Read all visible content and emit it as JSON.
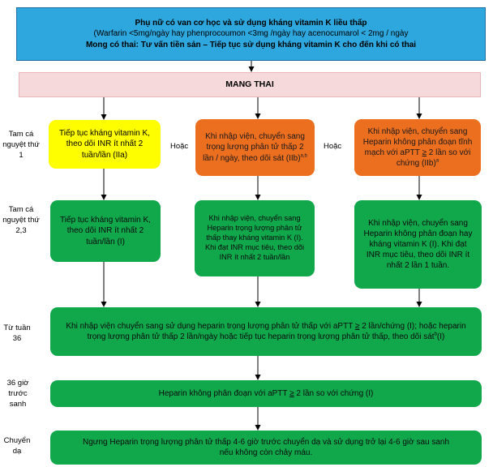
{
  "header": {
    "line1": "Phụ nữ có van cơ học và sử dụng kháng vitamin K liều thấp",
    "line2": "(Warfarin <5mg/ngày hay phenprocoumon <3mg /ngày hay acenocumarol < 2mg / ngày",
    "line3": "Mong có thai: Tư vấn tiền sản – Tiếp tục sử dụng kháng vitamin K cho đến khi có thai"
  },
  "pregnancy": {
    "label": "MANG THAI"
  },
  "stages": {
    "t1": "Tam cá nguyệt thứ 1",
    "t23": "Tam cá nguyệt thứ 2,3",
    "w36": "Từ tuần 36",
    "h36": "36 giờ trước sanh",
    "labor": "Chuyển dạ"
  },
  "or_label": "Hoặc",
  "t1": {
    "left": "Tiếp tục kháng vitamin K, theo dõi INR ít nhất 2 tuần/lần (IIa)",
    "middle": "Khi nhập viện, chuyển sang trọng lượng phân tử thấp 2 lần / ngày, theo dõi sát (IIb)",
    "middle_sup": "a,b",
    "right_a": "Khi nhập viện, chuyển sang Heparin không phân đoạn tĩnh mạch với aPTT ",
    "right_ge": "≥",
    "right_b": " 2 lần so với chứng (IIb)",
    "right_sup": "a"
  },
  "t23": {
    "left": "Tiếp tục kháng vitamin K, theo dõi INR ít nhất 2 tuần/lần (I)",
    "middle": "Khi nhập viện, chuyển sang Heparin trọng lượng phân tử thấp thay kháng vitamin K (I). Khi đạt INR mục tiêu, theo dõi INR ít nhất 2 tuần/lần",
    "right": "Khi nhập viện, chuyển sang Heparin không phân đoạn hay kháng vitamin K (I). Khi đạt INR mục tiêu, theo dõi INR ít nhất 2 lần 1 tuần."
  },
  "w36": {
    "a": "Khi nhập viện chuyển sang sử dụng heparin trọng lượng phân tử thấp với aPTT ",
    "ge": "≥",
    "b": " 2 lần/chứng (I); hoặc heparin trọng lượng phân tử thấp 2 lần/ngày hoặc tiếp tục heparin trọng lượng phân tử thấp, theo dõi sát",
    "sup": "b",
    "c": "(I)"
  },
  "h36": {
    "a": "Heparin không phân đoạn với aPTT ",
    "ge": "≥",
    "b": " 2 lần so với chứng (I)"
  },
  "labor": {
    "line1": "Ngưng Heparin trọng lượng phân tử thấp 4-6 giờ trước chuyển dạ và sử dụng trở lại 4-6 giờ sau sanh",
    "line2": "nếu không còn chảy máu."
  },
  "colors": {
    "header": "#2ea7de",
    "pregnancy": "#f6d9da",
    "yellow": "#fefe00",
    "orange": "#ec6e1f",
    "green": "#11a84c"
  }
}
